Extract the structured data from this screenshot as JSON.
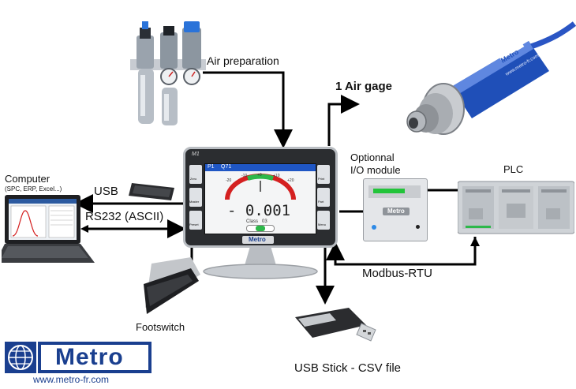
{
  "labels": {
    "air_preparation": "Air preparation",
    "air_gage": "1 Air gage",
    "optional_io_line1": "Optionnal",
    "optional_io_line2": "I/O module",
    "plc": "PLC",
    "computer": "Computer",
    "computer_sub": "(SPC, ERP, Excel...)",
    "usb": "USB",
    "rs232": "RS232 (ASCII)",
    "modbus": "Modbus-RTU",
    "footswitch": "Footswitch",
    "usb_stick": "USB Stick - CSV file"
  },
  "display": {
    "model": "M1",
    "header_left": "P1",
    "header_mid": "Q71",
    "reading": "- 0.001",
    "class_label": "Class",
    "class_value": "03",
    "button_left_1": "Zero",
    "button_left_2": "Master",
    "button_left_3": "Preset",
    "button_right_1": "Part",
    "button_right_2": "Print",
    "button_right_3": "Menu",
    "brand": "Metro",
    "scale_ticks": [
      "-20",
      "-10",
      "+0",
      "+10",
      "+20"
    ]
  },
  "devices": {
    "io_module_brand": "Metro",
    "air_gage_brand": "Metro",
    "air_gage_url": "www.metro-fr.com"
  },
  "logo": {
    "brand": "Metro",
    "url": "www.metro-fr.com"
  },
  "colors": {
    "arrow": "#000000",
    "brand_blue": "#1a3f8f",
    "gage_blue": "#1f4fb8",
    "io_green": "#22c43a",
    "scale_red": "#d42020",
    "scale_green": "#2db84a"
  }
}
